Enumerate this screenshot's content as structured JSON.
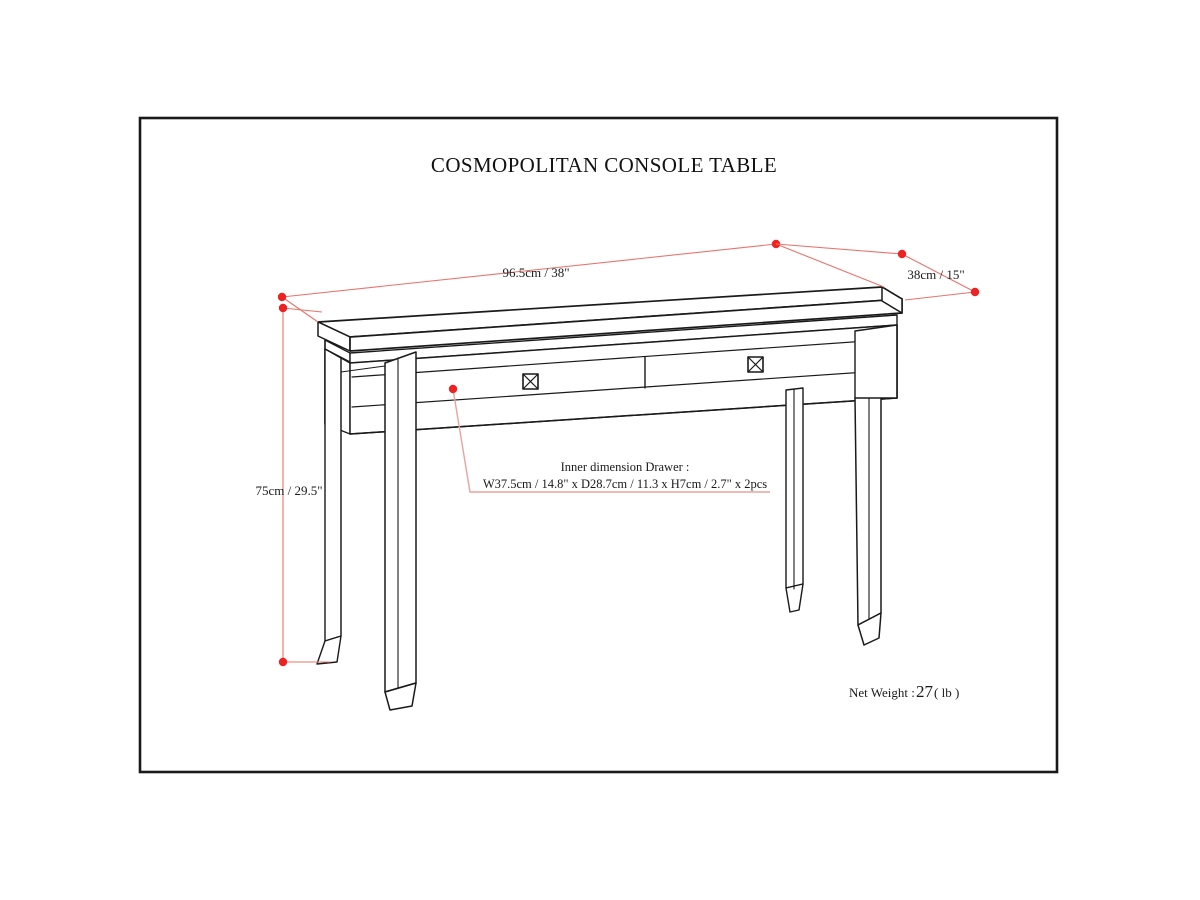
{
  "page": {
    "background_color": "#ffffff",
    "border_color": "#1a1a1a",
    "line_color": "#1a1a1a",
    "dimension_color": "#e8746c",
    "marker_color": "#ee2222"
  },
  "title": "COSMOPOLITAN CONSOLE TABLE",
  "dimensions": {
    "width_label": "96.5cm / 38\"",
    "depth_label": "38cm / 15\"",
    "height_label": "75cm / 29.5\""
  },
  "callout": {
    "line1": "Inner dimension Drawer :",
    "line2": "W37.5cm / 14.8\" x D28.7cm / 11.3 x H7cm / 2.7\" x 2pcs"
  },
  "net_weight": {
    "label": "Net Weight :",
    "value": "27",
    "unit": "( lb )"
  },
  "product": {
    "type": "console-table",
    "drawer_count": 2,
    "leg_count": 4,
    "knob_style": "crossed-square"
  }
}
